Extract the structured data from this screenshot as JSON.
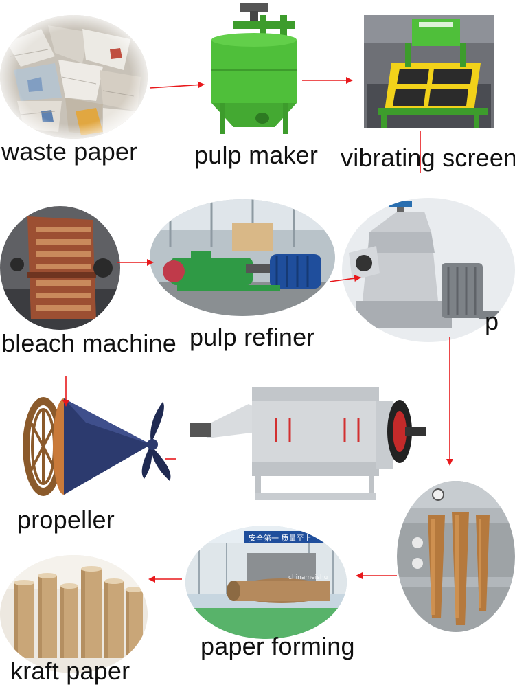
{
  "nodes": [
    {
      "id": "waste-paper",
      "label": "waste paper"
    },
    {
      "id": "pulp-maker",
      "label": "pulp maker"
    },
    {
      "id": "vibrating-screen",
      "label": "vibrating screen"
    },
    {
      "id": "bleach-machine",
      "label": "bleach machine"
    },
    {
      "id": "pulp-refiner",
      "label": "pulp refiner"
    },
    {
      "id": "pump",
      "label": "p"
    },
    {
      "id": "propeller",
      "label": "propeller"
    },
    {
      "id": "paper-forming",
      "label": "paper forming"
    },
    {
      "id": "kraft-paper",
      "label": "kraft paper"
    }
  ],
  "watermark": "chinameishu",
  "banner": "安全第一 质量至上",
  "colors": {
    "arrow": "#e8191c",
    "machine_green": "#4fbf3a",
    "screen_yellow": "#f2d21a",
    "kraft": "#c9a678"
  }
}
